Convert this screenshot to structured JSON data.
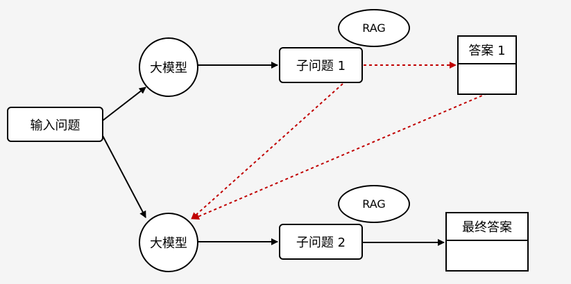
{
  "nodes": {
    "input": "输入问题",
    "llm_top": "大模型",
    "llm_bottom": "大模型",
    "sub_q1": "子问题 1",
    "sub_q2": "子问题 2",
    "rag_top": "RAG",
    "rag_bottom": "RAG",
    "answer1": "答案 1",
    "final_answer": "最终答案"
  },
  "colors": {
    "background": "#f5f5f5",
    "stroke": "#000000",
    "dashed_edge": "#c00000"
  }
}
